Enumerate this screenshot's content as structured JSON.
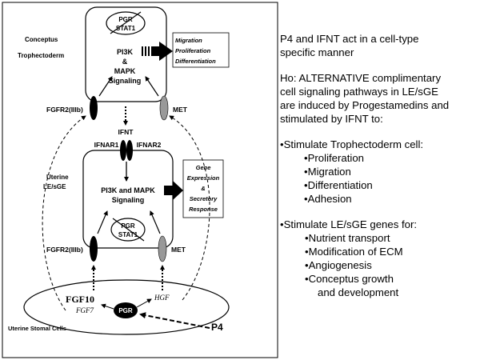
{
  "diagram": {
    "conceptus_label": [
      "Conceptus",
      "Trophectoderm"
    ],
    "pgr": "PGR",
    "stat1": "STAT1",
    "top_signal": [
      "PI3K",
      "&",
      "MAPK",
      "Signaling"
    ],
    "outcome_top": [
      "Migration",
      "Proliferation",
      "Differentiation"
    ],
    "fgfr2_top": "FGFR2(IIIb)",
    "met_top": "MET",
    "ifnt": "IFNT",
    "ifnar1": "IFNAR1",
    "ifnar2": "IFNAR2",
    "uterine_label": [
      "Uterine",
      "LE/sGE"
    ],
    "mid_signal": [
      "PI3K and MAPK",
      "Signaling"
    ],
    "outcome_mid": [
      "Gene",
      "Expression",
      "&",
      "Secretory",
      "Response"
    ],
    "fgfr2_bottom": "FGFR2(IIIb)",
    "met_bottom": "MET",
    "fgf10": "FGF10",
    "fgf7": "FGF7",
    "hgf": "HGF",
    "pgr_bottom": "PGR",
    "p4": "P4",
    "stromal_label": "Uterine Stomal Cells"
  },
  "text_panel": {
    "heading": [
      "P4 and IFNT act in a cell-type",
      "specific manner"
    ],
    "hypothesis": [
      "Ho: ALTERNATIVE complimentary",
      "cell signaling pathways in LE/sGE",
      "are induced by Progestamedins and",
      "stimulated by IFNT to:"
    ],
    "troph_heading": "•Stimulate Trophectoderm cell:",
    "troph_items": [
      "•Proliferation",
      "•Migration",
      "•Differentiation",
      "•Adhesion"
    ],
    "le_heading": "•Stimulate LE/sGE genes for:",
    "le_items": [
      "•Nutrient transport",
      "•Modification of ECM",
      "•Angiogenesis",
      "•Conceptus growth"
    ],
    "le_item_cont": "and development"
  }
}
